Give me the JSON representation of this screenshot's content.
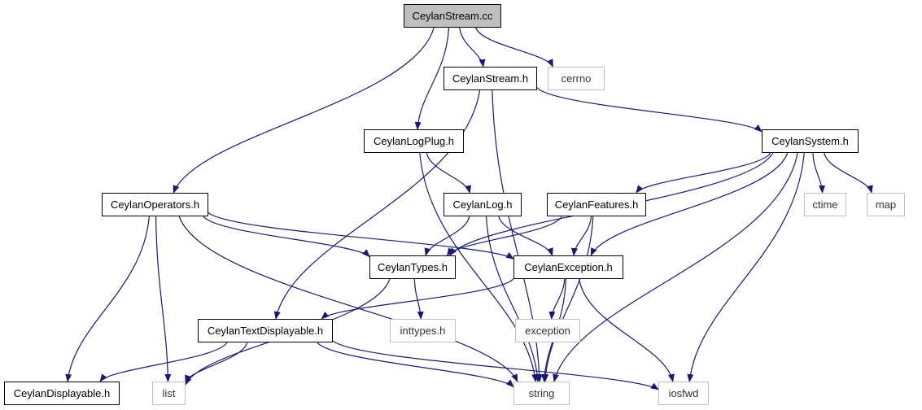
{
  "graph": {
    "colors": {
      "edge": "#191970",
      "root_fill": "#bfbfbf",
      "header_border": "#000000",
      "system_border": "#bfbfbf"
    },
    "nodes": [
      {
        "id": "root",
        "label": "CeylanStream.cc",
        "kind": "root"
      },
      {
        "id": "stream_h",
        "label": "CeylanStream.h",
        "kind": "header"
      },
      {
        "id": "cerrno",
        "label": "cerrno",
        "kind": "system"
      },
      {
        "id": "logplug",
        "label": "CeylanLogPlug.h",
        "kind": "header"
      },
      {
        "id": "system",
        "label": "CeylanSystem.h",
        "kind": "header"
      },
      {
        "id": "operators",
        "label": "CeylanOperators.h",
        "kind": "header"
      },
      {
        "id": "log",
        "label": "CeylanLog.h",
        "kind": "header"
      },
      {
        "id": "features",
        "label": "CeylanFeatures.h",
        "kind": "header"
      },
      {
        "id": "ctime",
        "label": "ctime",
        "kind": "system"
      },
      {
        "id": "map",
        "label": "map",
        "kind": "system"
      },
      {
        "id": "types",
        "label": "CeylanTypes.h",
        "kind": "header"
      },
      {
        "id": "exception_h",
        "label": "CeylanException.h",
        "kind": "header"
      },
      {
        "id": "textdisp",
        "label": "CeylanTextDisplayable.h",
        "kind": "header"
      },
      {
        "id": "inttypes",
        "label": "inttypes.h",
        "kind": "system"
      },
      {
        "id": "exception",
        "label": "exception",
        "kind": "system"
      },
      {
        "id": "displayable",
        "label": "CeylanDisplayable.h",
        "kind": "header"
      },
      {
        "id": "list",
        "label": "list",
        "kind": "system"
      },
      {
        "id": "string",
        "label": "string",
        "kind": "system"
      },
      {
        "id": "iosfwd",
        "label": "iosfwd",
        "kind": "system"
      }
    ],
    "edges": [
      [
        "root",
        "stream_h"
      ],
      [
        "root",
        "cerrno"
      ],
      [
        "root",
        "logplug"
      ],
      [
        "root",
        "operators"
      ],
      [
        "stream_h",
        "system"
      ],
      [
        "stream_h",
        "textdisp"
      ],
      [
        "stream_h",
        "string"
      ],
      [
        "logplug",
        "log"
      ],
      [
        "logplug",
        "string"
      ],
      [
        "system",
        "types"
      ],
      [
        "system",
        "features"
      ],
      [
        "system",
        "exception_h"
      ],
      [
        "system",
        "ctime"
      ],
      [
        "system",
        "map"
      ],
      [
        "system",
        "string"
      ],
      [
        "system",
        "iosfwd"
      ],
      [
        "operators",
        "types"
      ],
      [
        "operators",
        "exception_h"
      ],
      [
        "operators",
        "displayable"
      ],
      [
        "operators",
        "list"
      ],
      [
        "operators",
        "string"
      ],
      [
        "log",
        "types"
      ],
      [
        "log",
        "exception_h"
      ],
      [
        "log",
        "string"
      ],
      [
        "features",
        "types"
      ],
      [
        "features",
        "exception_h"
      ],
      [
        "features",
        "string"
      ],
      [
        "types",
        "inttypes"
      ],
      [
        "types",
        "list"
      ],
      [
        "exception_h",
        "textdisp"
      ],
      [
        "exception_h",
        "exception"
      ],
      [
        "exception_h",
        "string"
      ],
      [
        "exception_h",
        "iosfwd"
      ],
      [
        "textdisp",
        "displayable"
      ],
      [
        "textdisp",
        "list"
      ],
      [
        "textdisp",
        "string"
      ],
      [
        "textdisp",
        "iosfwd"
      ]
    ]
  }
}
